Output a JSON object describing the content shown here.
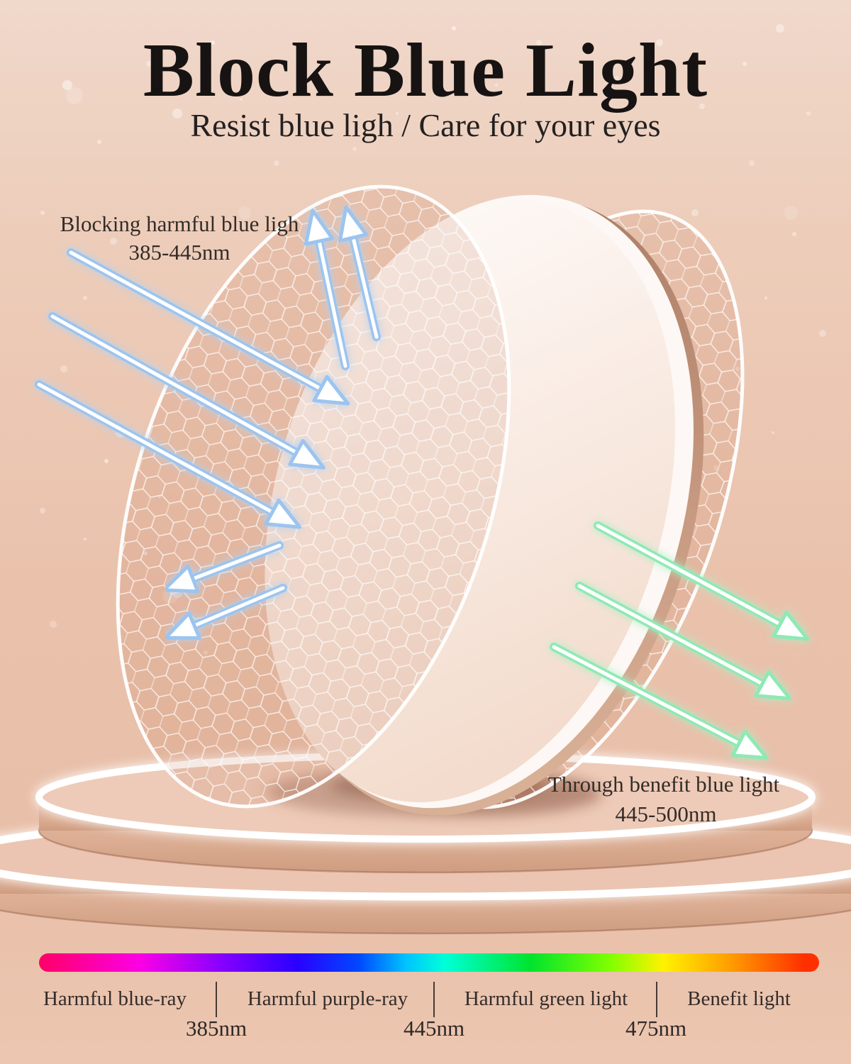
{
  "title": "Block Blue Light",
  "subtitle": "Resist blue ligh / Care for your eyes",
  "annotations": {
    "blocking": {
      "line1": "Blocking harmful blue ligh",
      "line2": "385-445nm"
    },
    "through": {
      "line1": "Through benefit blue light",
      "line2": "445-500nm"
    }
  },
  "spectrum": {
    "labels": [
      "Harmful blue-ray",
      "Harmful purple-ray",
      "Harmful green light",
      "Benefit light"
    ],
    "wavelengths": [
      "385nm",
      "445nm",
      "475nm"
    ],
    "gradient": [
      "#ff0066 0%",
      "#fb00e6 13%",
      "#8000ff 24%",
      "#2a00ff 33%",
      "#0048ff 41%",
      "#00c3ff 47%",
      "#00ffd9 52%",
      "#00e42d 63%",
      "#7dff00 73%",
      "#fff200 80%",
      "#ff9900 89%",
      "#ff3000 98%"
    ]
  },
  "colors": {
    "background": "#eac2ac",
    "title_text": "#171313",
    "body_text": "#332c2a",
    "arrow_blue_edge": "#9cc4ef",
    "arrow_green_edge": "#8fe9b4",
    "podium_side": "#dcae94",
    "podium_top": "#eecbb8",
    "rim_glow": "#ffffff",
    "lens_rim": "#c3947c"
  }
}
